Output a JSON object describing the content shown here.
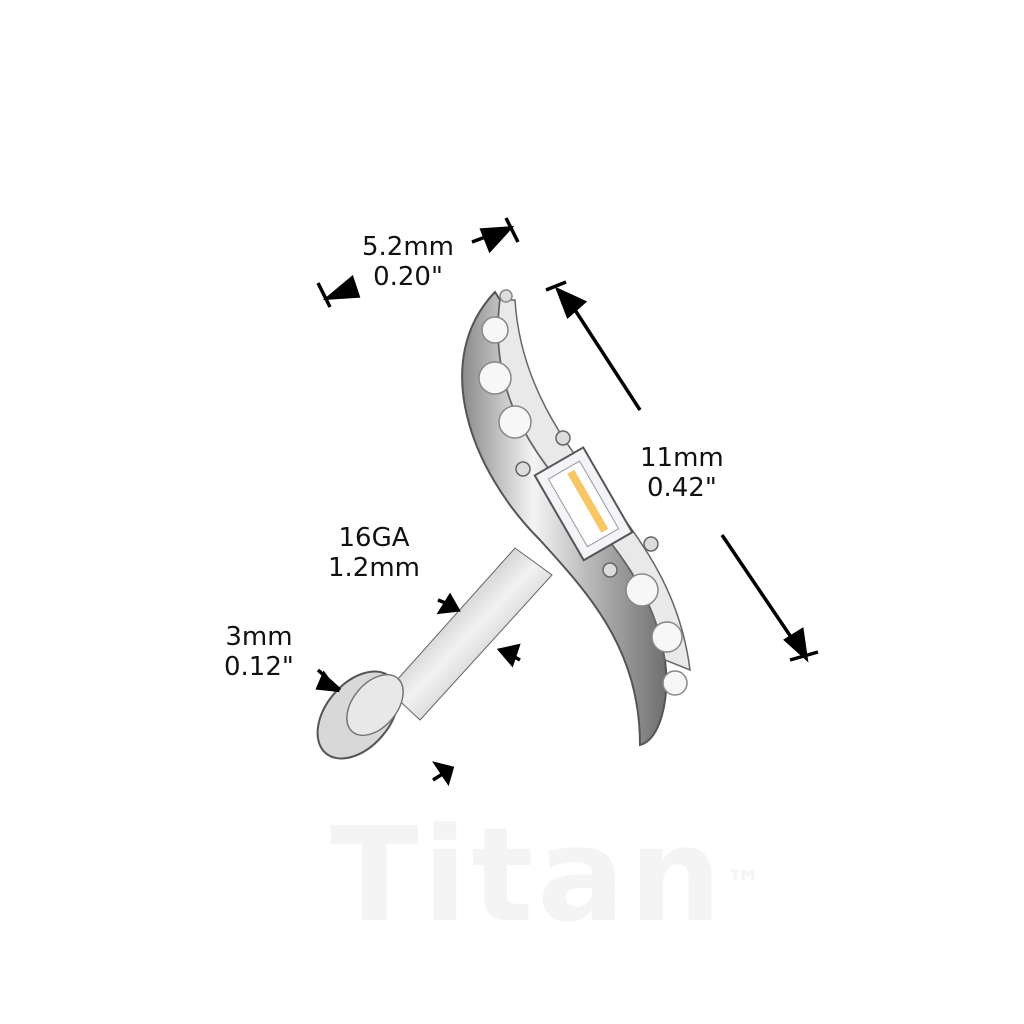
{
  "watermark": {
    "text": "Titan",
    "mark": "™"
  },
  "dimensions": {
    "width": {
      "mm": "5.2mm",
      "inch": "0.20\""
    },
    "length": {
      "mm": "11mm",
      "inch": "0.42\""
    },
    "gauge": {
      "ga": "16GA",
      "mm": "1.2mm"
    },
    "disc": {
      "mm": "3mm",
      "inch": "0.12\""
    }
  },
  "colors": {
    "metal": "#c9c9c9",
    "ink": "#000000",
    "gem_accent": "#f5b841"
  }
}
